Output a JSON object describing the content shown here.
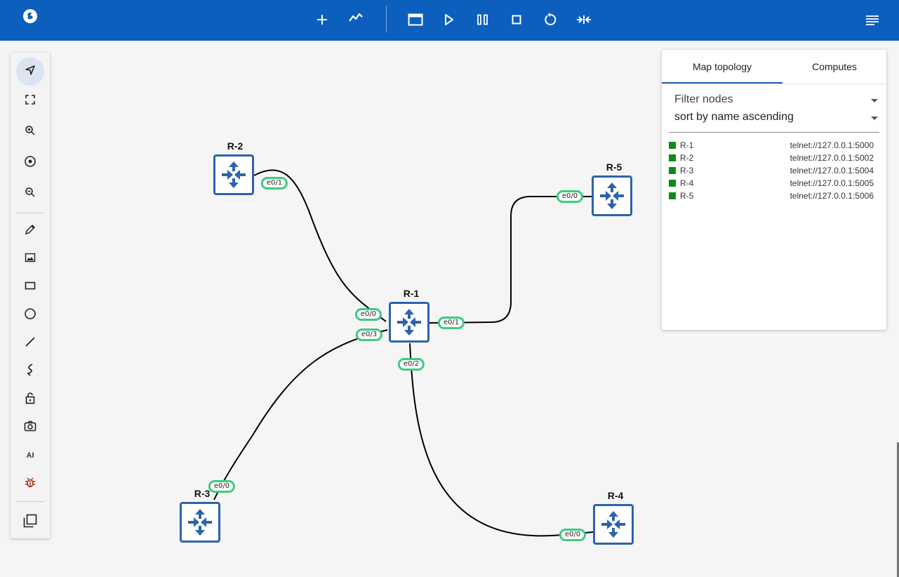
{
  "toolbar": {
    "icons": [
      "app-logo-icon",
      "add-node-icon",
      "capture-icon",
      "console-window-icon",
      "start-icon",
      "suspend-icon",
      "stop-icon",
      "reload-icon",
      "collapse-icon",
      "menu-icon"
    ]
  },
  "rail": {
    "ai_label": "AI",
    "tools": [
      "select-pointer-icon",
      "fit-screen-icon",
      "zoom-in-icon",
      "center-icon",
      "zoom-out-icon",
      "pencil-icon",
      "image-icon",
      "rectangle-icon",
      "ellipse-icon",
      "line-icon",
      "curve-icon",
      "lock-icon",
      "camera-icon",
      "ai-icon",
      "bug-icon",
      "copy-icon"
    ]
  },
  "topology": {
    "nodes": [
      {
        "id": "r1",
        "label": "R-1"
      },
      {
        "id": "r2",
        "label": "R-2"
      },
      {
        "id": "r3",
        "label": "R-3"
      },
      {
        "id": "r4",
        "label": "R-4"
      },
      {
        "id": "r5",
        "label": "R-5"
      }
    ],
    "ports": {
      "r2_e01": "e0/1",
      "r1_e00": "e0/0",
      "r1_e03": "e0/3",
      "r1_e01": "e0/1",
      "r1_e02": "e0/2",
      "r5_e00": "e0/0",
      "r3_e00": "e0/0",
      "r4_e00": "e0/0"
    }
  },
  "panel": {
    "tabs": [
      "Map topology",
      "Computes"
    ],
    "filter_label": "Filter nodes",
    "sort_label": "sort by name ascending",
    "status_color": "#0f8a18",
    "nodes": [
      {
        "name": "R-1",
        "console": "telnet://127.0.0.1:5000"
      },
      {
        "name": "R-2",
        "console": "telnet://127.0.0.1:5002"
      },
      {
        "name": "R-3",
        "console": "telnet://127.0.0.1:5004"
      },
      {
        "name": "R-4",
        "console": "telnet://127.0.0.1:5005"
      },
      {
        "name": "R-5",
        "console": "telnet://127.0.0.1:5006"
      }
    ]
  },
  "colors": {
    "toolbar_bg": "#0d5fbe",
    "router_border": "#2c63ad",
    "port_border": "#3ccb7f",
    "tab_accent": "#1d5fb5"
  }
}
